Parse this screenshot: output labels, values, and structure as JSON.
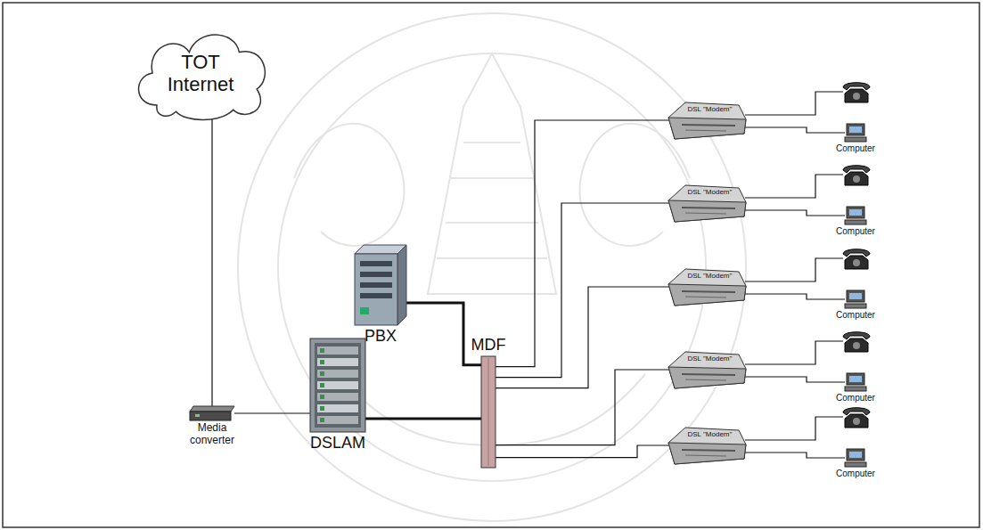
{
  "diagram": {
    "nodes": [
      {
        "text": [
          "TOT Internet"
        ]
      },
      {
        "text": [
          "PBX"
        ]
      },
      {
        "text": [
          "MDF"
        ]
      },
      {
        "text": [
          "Media converter"
        ]
      },
      {
        "text": [
          "DSLAM"
        ]
      },
      {
        "text": [
          "DSL \"Modem\""
        ]
      },
      {
        "text": [
          "DSL \"Modem\""
        ]
      },
      {
        "text": [
          "DSL \"Modem\""
        ]
      },
      {
        "text": [
          "DSL \"Modem\""
        ]
      },
      {
        "text": [
          "DSL \"Modem\""
        ]
      },
      {
        "text": [
          "Computer"
        ]
      },
      {
        "text": [
          "Computer"
        ]
      },
      {
        "text": [
          "Computer"
        ]
      },
      {
        "text": [
          "Computer"
        ]
      },
      {
        "text": [
          "Computer"
        ]
      }
    ],
    "edges": [
      {
        "from": 0,
        "to": 3,
        "arrow": "none"
      },
      {
        "from": 3,
        "to": 4,
        "arrow": "none"
      },
      {
        "from": 1,
        "to": 2,
        "arrow": "none"
      },
      {
        "from": 4,
        "to": 2,
        "arrow": "none"
      },
      {
        "from": 2,
        "to": 5,
        "arrow": "none"
      },
      {
        "from": 2,
        "to": 6,
        "arrow": "none"
      },
      {
        "from": 2,
        "to": 7,
        "arrow": "none"
      },
      {
        "from": 2,
        "to": 8,
        "arrow": "none"
      },
      {
        "from": 2,
        "to": 9,
        "arrow": "none"
      },
      {
        "from": 5,
        "to": 10,
        "arrow": "none"
      },
      {
        "from": 6,
        "to": 11,
        "arrow": "none"
      },
      {
        "from": 7,
        "to": 12,
        "arrow": "none"
      },
      {
        "from": 8,
        "to": 13,
        "arrow": "none"
      },
      {
        "from": 9,
        "to": 14,
        "arrow": "none"
      }
    ]
  }
}
